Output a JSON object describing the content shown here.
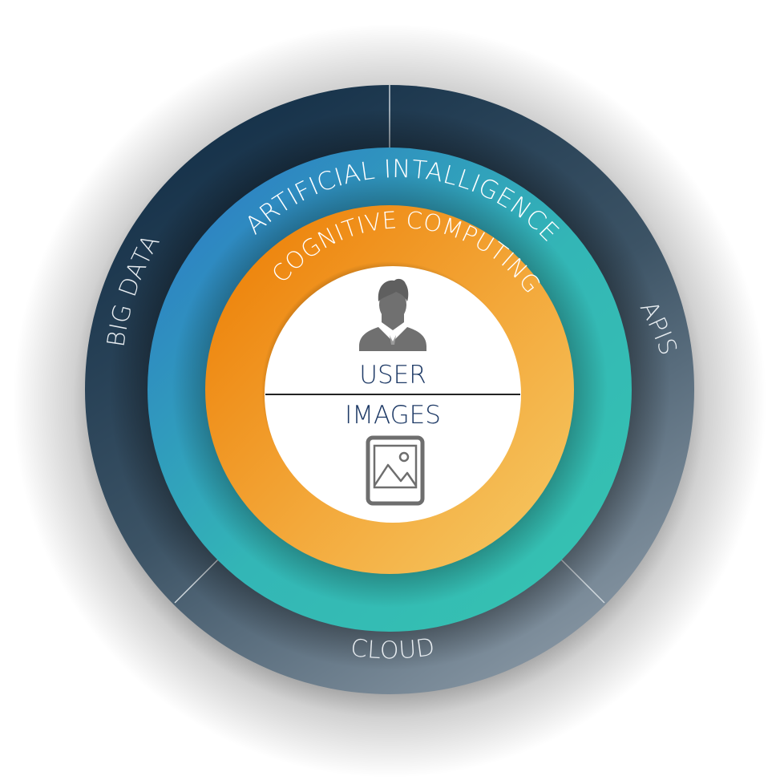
{
  "outer_ring": {
    "segments": [
      {
        "label": "BIG DATA"
      },
      {
        "label": "APIS"
      },
      {
        "label": "CLOUD"
      }
    ]
  },
  "middle_ring": {
    "label": "ARTIFICIAL INTALLIGENCE"
  },
  "inner_ring": {
    "label": "COGNITIVE COMPUTING"
  },
  "core": {
    "top_label": "USER",
    "bottom_label": "IMAGES",
    "top_icon": "user-icon",
    "bottom_icon": "image-icon"
  },
  "colors": {
    "outer_dark": "#16324a",
    "outer_light": "#8796a3",
    "middle_blue": "#2f8fc4",
    "middle_teal": "#33bcb4",
    "inner_orange": "#ee8a12",
    "inner_yellow": "#f4bd55",
    "core_text": "#1e3a66",
    "icon_gray": "#707070"
  }
}
